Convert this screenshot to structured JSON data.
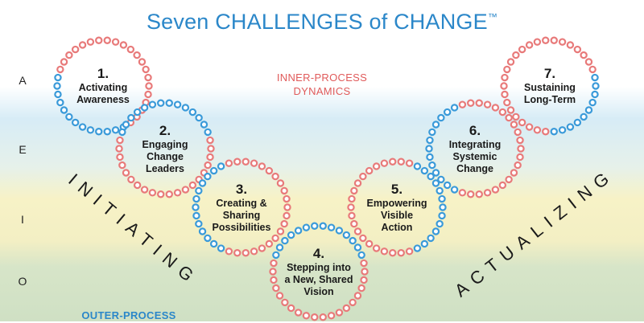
{
  "title": "Seven CHALLENGES of CHANGE",
  "trademark": "™",
  "side_letters": [
    "A",
    "E",
    "I",
    "O"
  ],
  "inner_process": [
    "INNER-PROCESS",
    "DYNAMICS"
  ],
  "outer_process": "OUTER-PROCESS",
  "diagonal_left": "INITIATING",
  "diagonal_right": "ACTUALIZING",
  "colors": {
    "title": "#2b87c9",
    "dot_red": "#e87a7a",
    "dot_blue": "#3a9ad9",
    "inner_text": "#e05a5a",
    "band_blue": "#d7ecf6",
    "band_yellow": "#f7f2c6",
    "band_green": "#cfe0c4"
  },
  "challenges": [
    {
      "number": "1.",
      "lines": [
        "Activating",
        "Awareness"
      ]
    },
    {
      "number": "2.",
      "lines": [
        "Engaging",
        "Change",
        "Leaders"
      ]
    },
    {
      "number": "3.",
      "lines": [
        "Creating &",
        "Sharing",
        "Possibilities"
      ]
    },
    {
      "number": "4.",
      "lines": [
        "Stepping into",
        "a New, Shared",
        "Vision"
      ]
    },
    {
      "number": "5.",
      "lines": [
        "Empowering",
        "Visible",
        "Action"
      ]
    },
    {
      "number": "6.",
      "lines": [
        "Integrating",
        "Systemic",
        "Change"
      ]
    },
    {
      "number": "7.",
      "lines": [
        "Sustaining",
        "Long-Term"
      ]
    }
  ]
}
